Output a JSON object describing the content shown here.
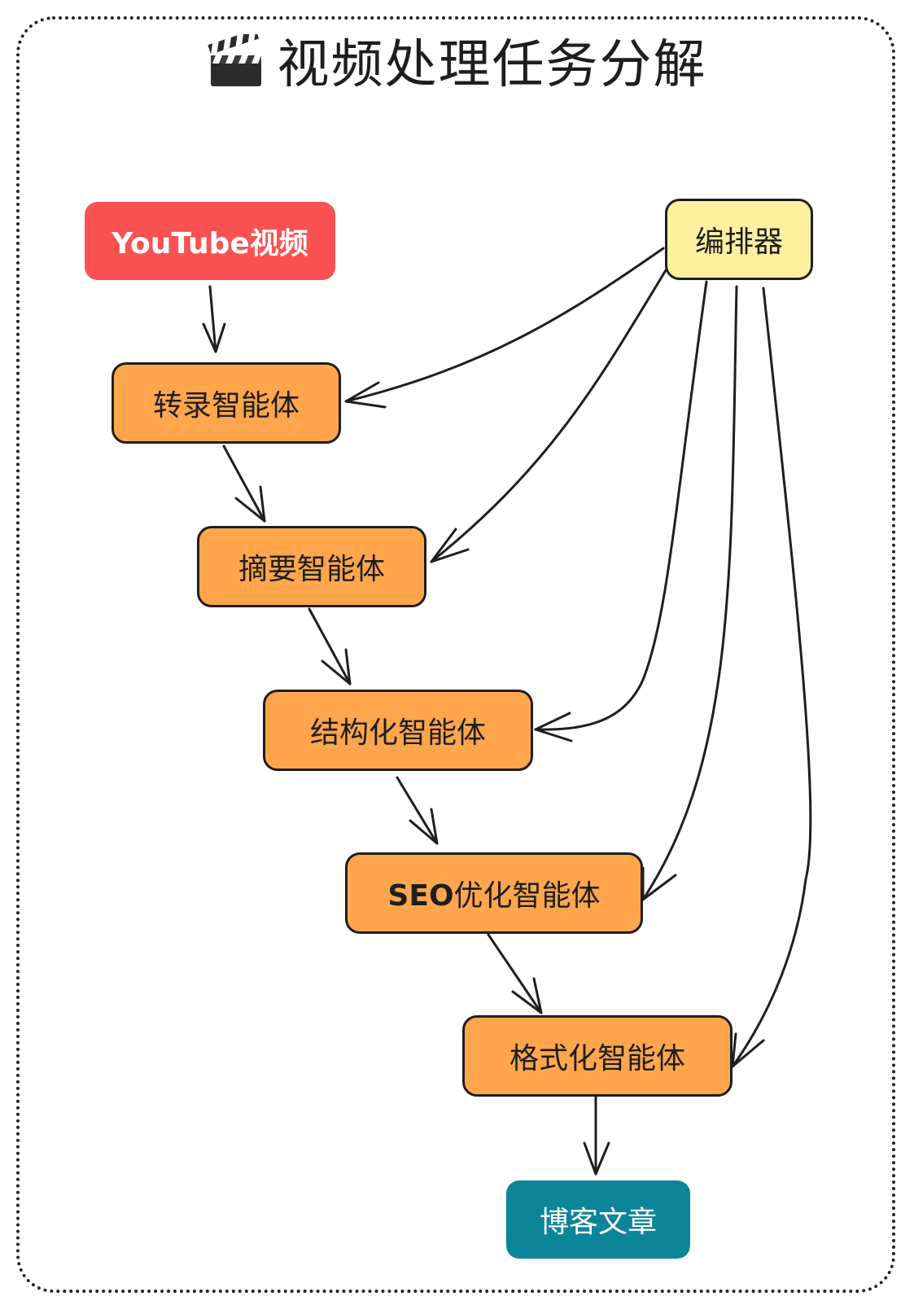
{
  "title": "视频处理任务分解",
  "title_icon": "clapperboard-icon",
  "nodes": {
    "source": "YouTube视频",
    "orchestrator": "编排器",
    "transcribe": "转录智能体",
    "summarize": "摘要智能体",
    "structure": "结构化智能体",
    "seo_prefix": "SEO",
    "seo_rest": "优化智能体",
    "format": "格式化智能体",
    "output": "博客文章"
  },
  "colors": {
    "source": "#fa5252",
    "agent": "#ffa64d",
    "orchestrator": "#fff0a0",
    "output": "#0c8599",
    "stroke": "#1e1e1e"
  }
}
